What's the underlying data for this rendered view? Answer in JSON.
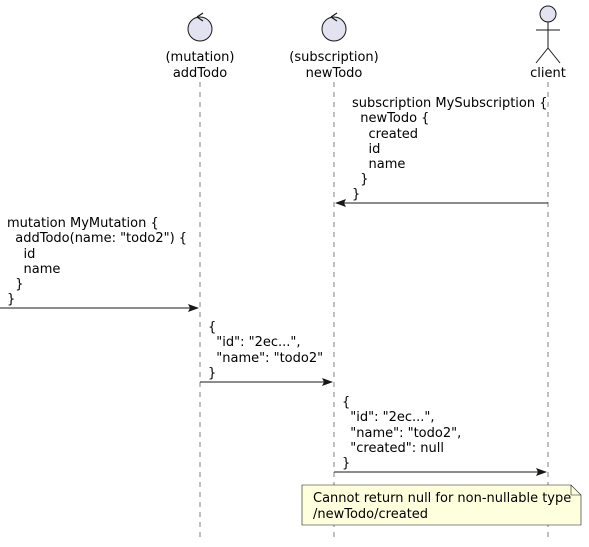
{
  "participants": [
    {
      "stereo": "(mutation)",
      "name": "addTodo",
      "kind": "control"
    },
    {
      "stereo": "(subscription)",
      "name": "newTodo",
      "kind": "control"
    },
    {
      "stereo": "",
      "name": "client",
      "kind": "actor"
    }
  ],
  "messages": [
    {
      "from": "client",
      "to": "newTodo",
      "lines": [
        "subscription MySubscription {",
        "  newTodo {",
        "    created",
        "    id",
        "    name",
        "  }",
        "}"
      ]
    },
    {
      "from": "external",
      "to": "addTodo",
      "lines": [
        "mutation MyMutation {",
        "  addTodo(name: \"todo2\") {",
        "    id",
        "    name",
        "  }",
        "}"
      ]
    },
    {
      "from": "addTodo",
      "to": "newTodo",
      "lines": [
        "{",
        "  \"id\": \"2ec...\",",
        "  \"name\": \"todo2\"",
        "}"
      ]
    },
    {
      "from": "newTodo",
      "to": "client",
      "lines": [
        "{",
        "  \"id\": \"2ec...\",",
        "  \"name\": \"todo2\",",
        "  \"created\": null",
        "}"
      ]
    }
  ],
  "note": {
    "lines": [
      "Cannot return null for non-nullable type",
      "/newTodo/created"
    ]
  },
  "colors": {
    "participant_fill": "#E2E2F0",
    "participant_stroke": "#181818",
    "note_fill": "#FEFFDD",
    "note_stroke": "#181818",
    "lifeline": "#808080"
  }
}
